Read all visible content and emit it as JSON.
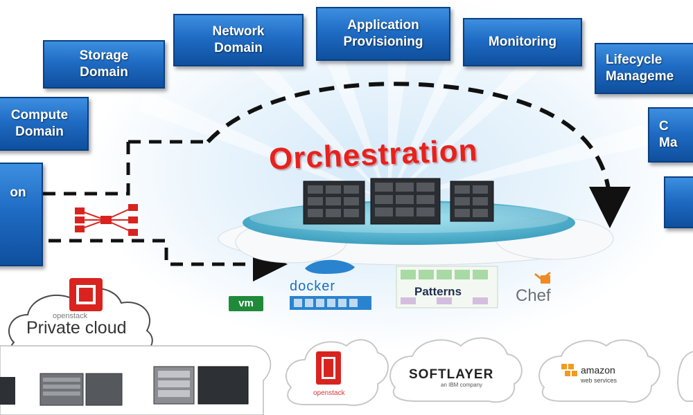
{
  "domain_boxes": [
    {
      "id": "storage",
      "label": "Storage\nDomain"
    },
    {
      "id": "network",
      "label": "Network\nDomain"
    },
    {
      "id": "application",
      "label": "Application\nProvisioning"
    },
    {
      "id": "monitoring",
      "label": "Monitoring"
    },
    {
      "id": "lifecycle",
      "label": "Lifecycle\nManageme"
    },
    {
      "id": "compute",
      "label": "Compute\nDomain"
    },
    {
      "id": "right_partial",
      "label": "C\nMa"
    },
    {
      "id": "left_partial",
      "label": "on"
    }
  ],
  "center_title": "Orchestration",
  "tools": {
    "vm_label": "vm",
    "docker_label": "docker",
    "patterns_label": "Patterns",
    "chef_label": "Chef"
  },
  "clouds": {
    "private_cloud_small": "openstack",
    "private_cloud": "Private cloud",
    "openstack_small": "openstack",
    "softlayer": "SOFTLAYER",
    "softlayer_sub": "an IBM company",
    "amazon": "amazon",
    "amazon_sub": "web services"
  },
  "colors": {
    "box_blue": "#1f6cc4",
    "title_red": "#e8211c",
    "openstack_red": "#d9231f",
    "vm_green": "#1f8a3a",
    "docker_blue": "#1a6fc4",
    "platform_teal": "#2aa7c9"
  }
}
